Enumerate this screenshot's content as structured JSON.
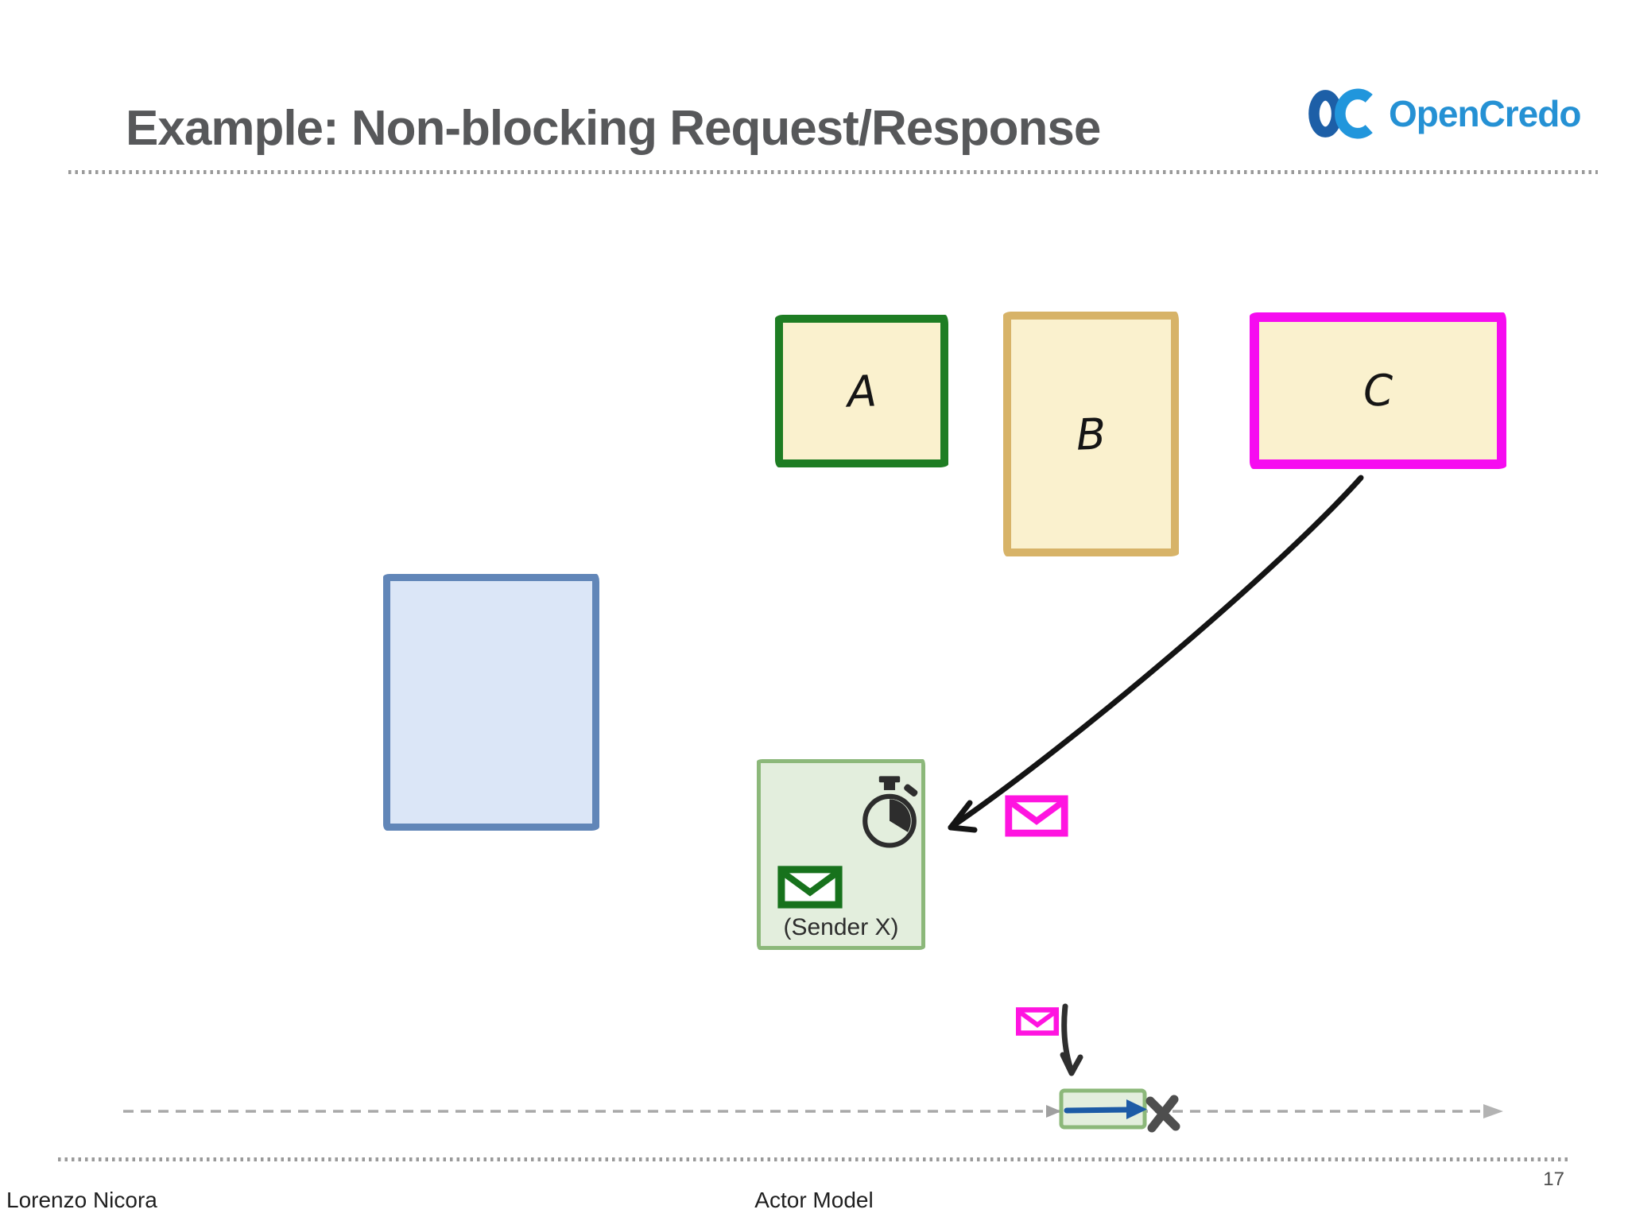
{
  "slide": {
    "title": "Example: Non-blocking Request/Response",
    "footer": {
      "author": "Lorenzo Nicora",
      "deck_title": "Actor Model",
      "page_number": "17"
    }
  },
  "logo": {
    "monogram": "OC",
    "text": "OpenCredo",
    "colors": {
      "monogram_o": "#1d5fa7",
      "monogram_c": "#2196dc",
      "text": "#2591d4"
    }
  },
  "diagram": {
    "actors": {
      "a": {
        "label": "A",
        "border_color": "#1e7d23",
        "fill_color": "#faf1ce"
      },
      "b": {
        "label": "B",
        "border_color": "#d7b368",
        "fill_color": "#faf1ce"
      },
      "c": {
        "label": "C",
        "border_color": "#f60cf0",
        "fill_color": "#faf1ce"
      }
    },
    "queue_box": {
      "border_color": "#6186b8",
      "fill_color": "#dbe6f7"
    },
    "sender_box": {
      "label": "(Sender X)",
      "border_color": "#8cb87a",
      "fill_color": "#e3eedd",
      "icons": [
        "stopwatch-icon",
        "green-envelope-icon"
      ]
    },
    "messages": {
      "magenta_envelope_color": "#ff14e0",
      "green_envelope_color": "#17721c"
    },
    "arrows": {
      "request_arrow_color": "#141414",
      "deliver_arrow_color": "#2f2f2f"
    },
    "timeline": {
      "line_color": "#a9a9a9",
      "execution_box": {
        "border_color": "#8cb87a",
        "fill_color": "#e3eedd"
      },
      "progress_arrow_color": "#1d5ba6",
      "termination_mark": "✗"
    }
  }
}
